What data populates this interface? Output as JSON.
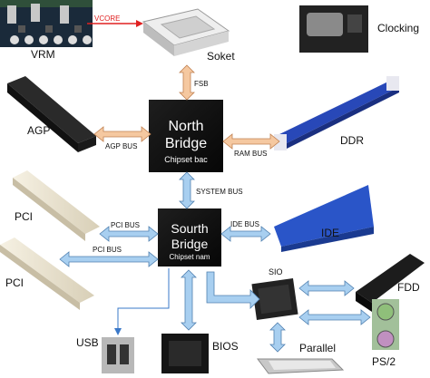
{
  "north_bridge": {
    "line1": "North",
    "line2": "Bridge",
    "sub": "Chipset bac"
  },
  "south_bridge": {
    "line1": "Sourth",
    "line2": "Bridge",
    "sub": "Chipset nam"
  },
  "components": {
    "vrm": "VRM",
    "vcore": "VCORE",
    "socket": "Soket",
    "clocking": "Clocking",
    "agp": "AGP",
    "ddr": "DDR",
    "pci_1": "PCI",
    "pci_2": "PCI",
    "ide": "IDE",
    "sio": "SIO",
    "fdd": "FDD",
    "usb": "USB",
    "bios": "BIOS",
    "parallel": "Parallel",
    "ps2": "PS/2"
  },
  "buses": {
    "fsb": "FSB",
    "agp_bus": "AGP BUS",
    "ram_bus": "RAM BUS",
    "system_bus": "SYSTEM BUS",
    "pci_bus_1": "PCI BUS",
    "pci_bus_2": "PCI BUS",
    "ide_bus": "IDE BUS"
  },
  "colors": {
    "bus_arrow_blue": "#a8cff0",
    "bus_arrow_orange": "#f5c8a0",
    "vcore_red": "#e02020",
    "chip_black": "#121212",
    "ide_blue": "#2a55c8",
    "ddr_blue": "#2848b8",
    "slot_beige": "#e9e2cf"
  },
  "icons": [
    "vrm-board",
    "cpu-socket-icon",
    "clock-chip-icon",
    "agp-slot",
    "ddr-slot",
    "pci-slot",
    "ide-connector",
    "sio-chip-icon",
    "fdd-connector",
    "usb-port-icon",
    "bios-chip-icon",
    "parallel-port-icon",
    "ps2-port-icon"
  ]
}
